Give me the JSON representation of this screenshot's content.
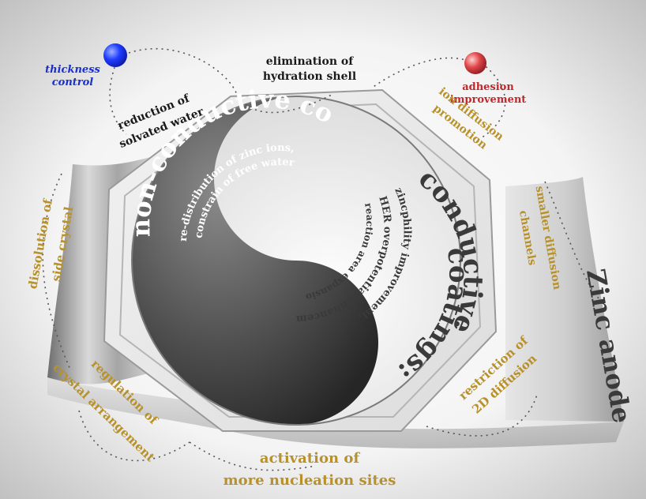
{
  "diagram": {
    "center": {
      "left_lines": [
        "non-conductive coatings:"
      ],
      "left_sub": [
        "re-distribution of zinc ions,",
        "constrain of free water"
      ],
      "right_lines": [
        "conductive",
        "coatings:"
      ],
      "right_sub": [
        "zincphility improvement,",
        "HER overpotential enhancement,",
        "reaction area expansion."
      ]
    },
    "top": {
      "thickness": [
        "thickness",
        "control"
      ],
      "reduction": [
        "reduction of",
        "solvated water"
      ],
      "elimination": [
        "elimination of",
        "hydration shell"
      ],
      "adhesion": [
        "adhesion",
        "improvement"
      ],
      "ion_diffusion": [
        "ion diffusion",
        "promotion"
      ]
    },
    "sides": {
      "dissolution": [
        "dissolution of",
        "side crystal"
      ],
      "smaller_diffusion": [
        "smaller diffusion",
        "channels"
      ],
      "zinc_anode": "Zinc anode"
    },
    "bottom": {
      "regulation": [
        "regulation of",
        "crystal arrangement"
      ],
      "activation": [
        "activation of",
        "more nucleation sites"
      ],
      "restriction": [
        "restriction of",
        "2D diffusion"
      ]
    },
    "colors": {
      "gold": "#b8912a",
      "blue_ball": "#1e3cff",
      "red_ball": "#e0464a",
      "dark": "#1a1a1a",
      "blue_text": "#1a2fd0",
      "red_text": "#c0282c"
    },
    "icons": [
      "blue-sphere-icon",
      "red-sphere-icon"
    ]
  }
}
